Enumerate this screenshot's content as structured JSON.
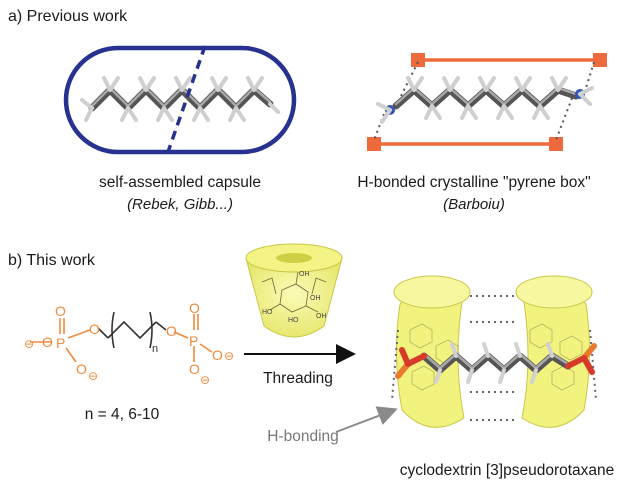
{
  "section_a": {
    "label": "a) Previous work",
    "left": {
      "caption": "self-assembled capsule",
      "subcaption": "(Rebek, Gibb...)"
    },
    "right": {
      "caption": "H-bonded crystalline \"pyrene box\"",
      "subcaption": "(Barboiu)"
    }
  },
  "section_b": {
    "label": "b) This work",
    "molecule": {
      "n_subscript": "n",
      "range_label": "n = 4, 6-10",
      "charge_symbol": "⊖"
    },
    "cd_atom_labels": [
      "OH",
      "OH",
      "HO",
      "HO",
      "OH"
    ],
    "arrow_label": "Threading",
    "hbond_label": "H-bonding",
    "product_caption": "cyclodextrin [3]pseudorotaxane"
  },
  "colors": {
    "capsule_blue": "#27318f",
    "pyrene_orange": "#ef6a3a",
    "phosphate_orange": "#f08a3c",
    "cd_yellow": "#f4f486",
    "cd_yellow_dark": "#d8d84e",
    "text_grey": "#777777"
  }
}
